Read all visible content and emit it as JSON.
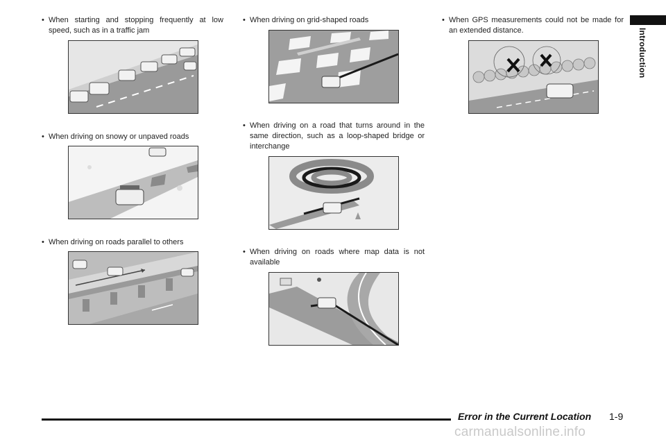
{
  "section": {
    "tab_label": "Introduction"
  },
  "column1": {
    "items": [
      {
        "bullet": "•",
        "text": "When starting and stopping frequently at low speed, such as in a traffic jam"
      },
      {
        "bullet": "•",
        "text": "When driving on snowy or unpaved roads"
      },
      {
        "bullet": "•",
        "text": "When driving on roads parallel to others"
      }
    ]
  },
  "column2": {
    "items": [
      {
        "bullet": "•",
        "text": "When driving on grid-shaped roads"
      },
      {
        "bullet": "•",
        "text": "When driving on a road that turns around in the same direction, such as a loop-shaped bridge or interchange"
      },
      {
        "bullet": "•",
        "text": "When driving on roads where map data is not available"
      }
    ]
  },
  "column3": {
    "items": [
      {
        "bullet": "•",
        "text": "When GPS measurements could not be made for an extended distance."
      }
    ]
  },
  "footer": {
    "title": "Error in the Current Location",
    "page": "1-9"
  },
  "watermark": "carmanualsonline.info"
}
